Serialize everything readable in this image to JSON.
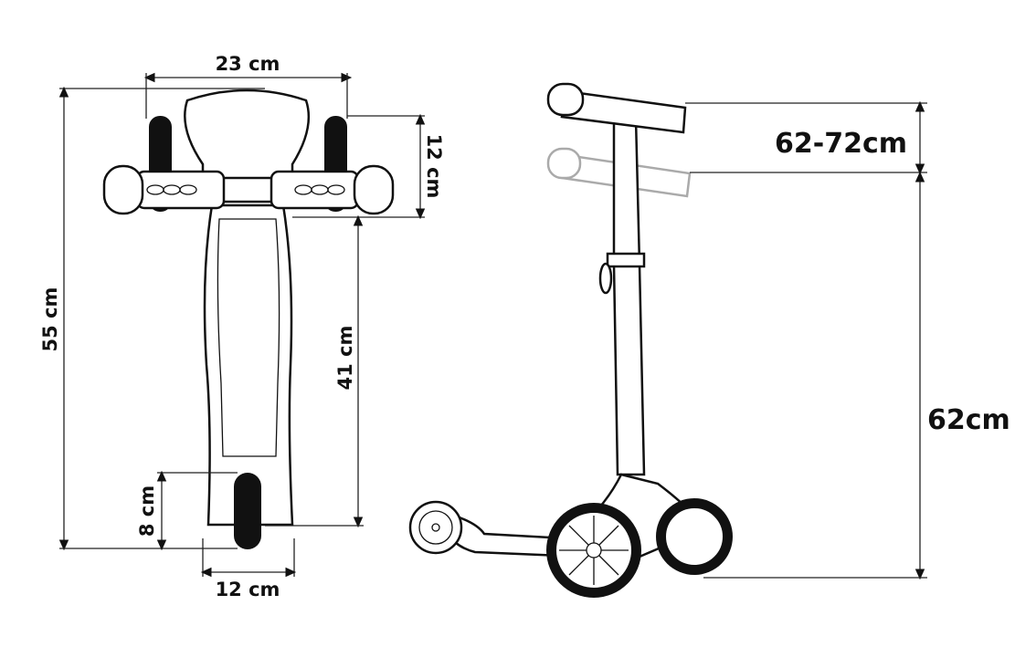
{
  "top_view": {
    "width_label": "23 cm",
    "handle_depth_label": "12 cm",
    "total_length_label": "55 cm",
    "deck_length_label": "41 cm",
    "rear_wheel_label": "8 cm",
    "deck_width_label": "12 cm"
  },
  "side_view": {
    "adjust_range_label": "62-72cm",
    "min_height_label": "62cm"
  },
  "colors": {
    "line": "#111111",
    "ghost": "#aaaaaa"
  }
}
